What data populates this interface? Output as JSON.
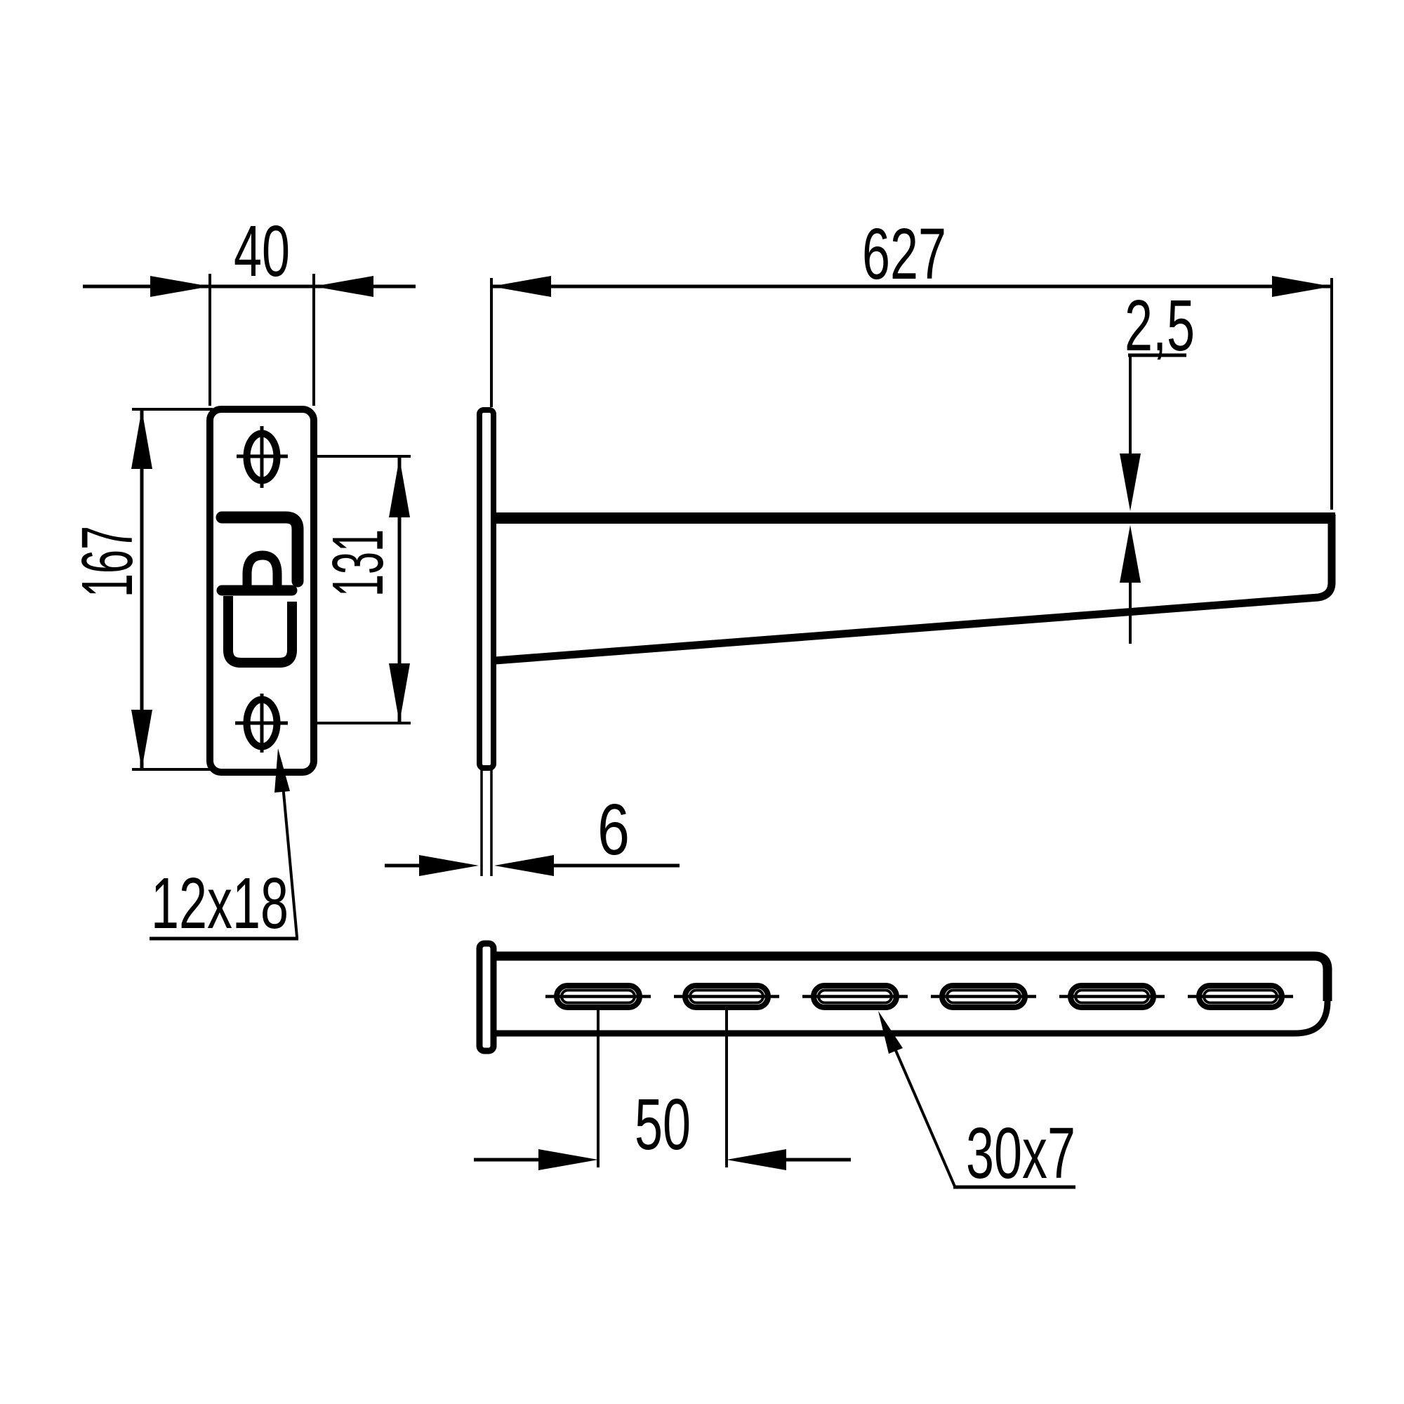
{
  "drawing": {
    "type": "technical-dimension-drawing",
    "subject": "wall bracket / console with slotted mounting plate and perforated arm",
    "background_color": "#ffffff",
    "line_color": "#000000",
    "views": {
      "front_view": "mounting plate, front",
      "side_view": "bracket arm, side",
      "top_view": "bracket arm, top"
    },
    "dimensions": {
      "plate_width": "40",
      "plate_height": "167",
      "hole_spacing": "131",
      "plate_slot_size": "12x18",
      "arm_length": "627",
      "flange_thickness": "2,5",
      "plate_thickness": "6",
      "slot_pitch": "50",
      "arm_slot_size": "30x7"
    }
  }
}
